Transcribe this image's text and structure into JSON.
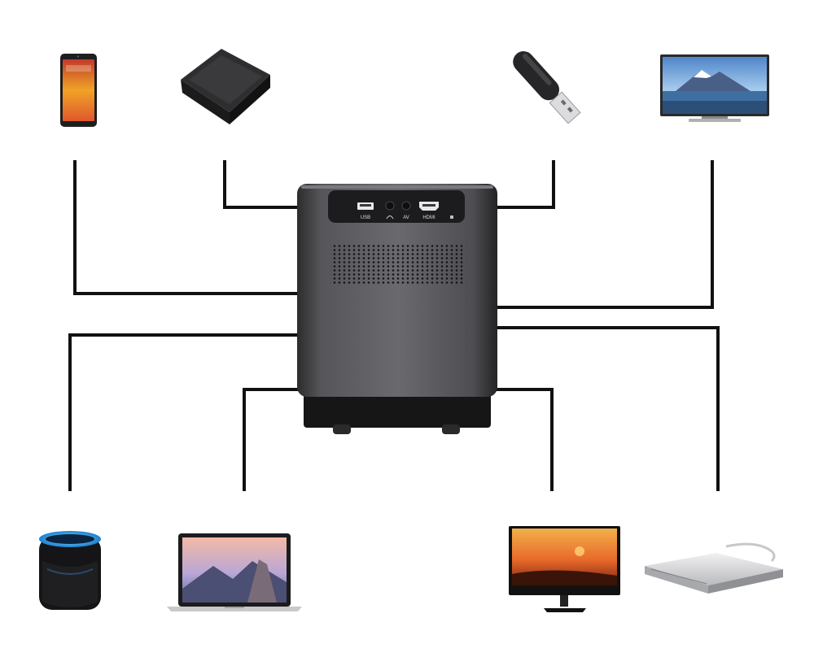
{
  "projector": {
    "ports": [
      {
        "label": "USB",
        "icon": "usb-port-icon"
      },
      {
        "label": "",
        "icon": "headphone-icon"
      },
      {
        "label": "AV",
        "icon": "av-port-icon"
      },
      {
        "label": "HDMI",
        "icon": "hdmi-port-icon"
      },
      {
        "label": "",
        "icon": "ir-receiver-icon"
      }
    ]
  },
  "devices": [
    {
      "name": "smartphone",
      "icon": "smartphone-icon"
    },
    {
      "name": "tv-box",
      "icon": "tv-box-icon"
    },
    {
      "name": "usb-flash-drive",
      "icon": "usb-flash-drive-icon"
    },
    {
      "name": "television",
      "icon": "television-icon"
    },
    {
      "name": "smart-speaker",
      "icon": "smart-speaker-icon"
    },
    {
      "name": "laptop",
      "icon": "laptop-icon"
    },
    {
      "name": "desktop-monitor",
      "icon": "monitor-icon"
    },
    {
      "name": "external-optical-drive",
      "icon": "optical-drive-icon"
    }
  ],
  "colors": {
    "background": "#ffffff",
    "connector": "#111111",
    "projector_body": "#4a4a4c",
    "projector_base": "#161616",
    "screen_sky": "#7fb3e6"
  }
}
